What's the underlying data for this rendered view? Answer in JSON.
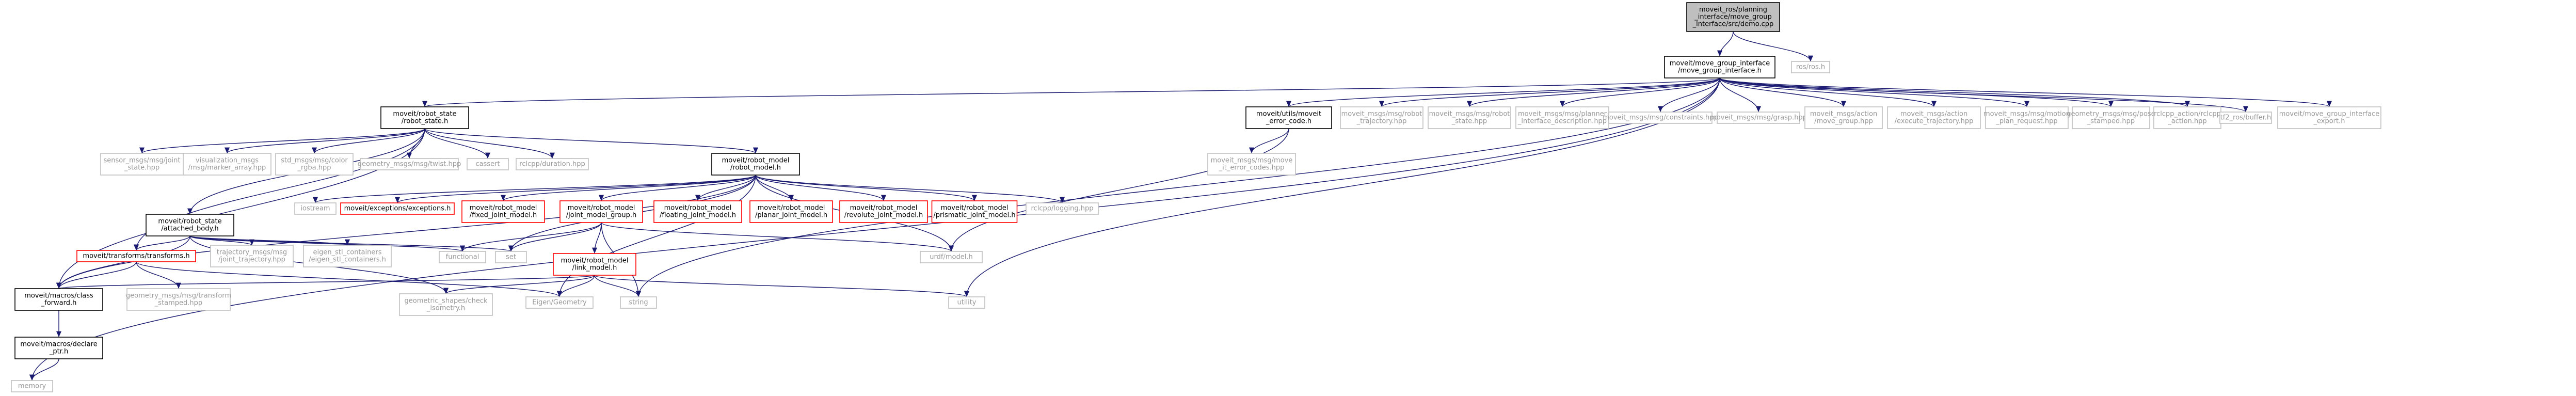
{
  "colors": {
    "edge": "#191970",
    "text": "#000000",
    "text_muted": "#999999",
    "box_default": "#000000",
    "box_missing": "#bfbfbf",
    "box_truncated": "#ff0000",
    "box_root_fill": "#bfbfbf"
  },
  "nodes": [
    {
      "id": "root",
      "lines": [
        "moveit_ros/planning",
        "_interface/move_group",
        "_interface/src/demo.cpp"
      ],
      "kind": "root"
    },
    {
      "id": "mgi",
      "lines": [
        "moveit/move_group_interface",
        "/move_group_interface.h"
      ],
      "kind": "normal"
    },
    {
      "id": "rosros",
      "lines": [
        "ros/ros.h"
      ],
      "kind": "missing"
    },
    {
      "id": "robot_state",
      "lines": [
        "moveit/robot_state",
        "/robot_state.h"
      ],
      "kind": "normal"
    },
    {
      "id": "catch",
      "lines": [
        "moveit/utils/moveit",
        "_error_code.h"
      ],
      "kind": "normal"
    },
    {
      "id": "robot_traj",
      "lines": [
        "moveit_msgs/msg/robot",
        "_trajectory.hpp"
      ],
      "kind": "missing"
    },
    {
      "id": "robot_state_msg",
      "lines": [
        "moveit_msgs/msg/robot",
        "_state.hpp"
      ],
      "kind": "missing"
    },
    {
      "id": "planner_iface",
      "lines": [
        "moveit_msgs/msg/planner",
        "_interface_description.hpp"
      ],
      "kind": "missing"
    },
    {
      "id": "constraints",
      "lines": [
        "moveit_msgs/msg/constraints.hpp"
      ],
      "kind": "missing"
    },
    {
      "id": "grasp",
      "lines": [
        "moveit_msgs/msg/grasp.hpp"
      ],
      "kind": "missing"
    },
    {
      "id": "action_mg",
      "lines": [
        "moveit_msgs/action",
        "/move_group.hpp"
      ],
      "kind": "missing"
    },
    {
      "id": "action_exec",
      "lines": [
        "moveit_msgs/action",
        "/execute_trajectory.hpp"
      ],
      "kind": "missing"
    },
    {
      "id": "motion_plan",
      "lines": [
        "moveit_msgs/msg/motion",
        "_plan_request.hpp"
      ],
      "kind": "missing"
    },
    {
      "id": "pose_stamped",
      "lines": [
        "geometry_msgs/msg/pose",
        "_stamped.hpp"
      ],
      "kind": "missing"
    },
    {
      "id": "rclcpp_action",
      "lines": [
        "rclcpp_action/rclcpp",
        "_action.hpp"
      ],
      "kind": "missing"
    },
    {
      "id": "tf2_buffer",
      "lines": [
        "tf2_ros/buffer.h"
      ],
      "kind": "missing"
    },
    {
      "id": "mgi_export",
      "lines": [
        "moveit/move_group_interface",
        "_export.h"
      ],
      "kind": "missing"
    },
    {
      "id": "sensor_joint",
      "lines": [
        "sensor_msgs/msg/joint",
        "_state.hpp"
      ],
      "kind": "missing"
    },
    {
      "id": "vis_marker",
      "lines": [
        "visualization_msgs",
        "/msg/marker_array.hpp"
      ],
      "kind": "missing"
    },
    {
      "id": "std_color",
      "lines": [
        "std_msgs/msg/color",
        "_rgba.hpp"
      ],
      "kind": "missing"
    },
    {
      "id": "geo_twist",
      "lines": [
        "geometry_msgs/msg/twist.hpp"
      ],
      "kind": "missing"
    },
    {
      "id": "cassert",
      "lines": [
        "cassert"
      ],
      "kind": "missing"
    },
    {
      "id": "rclcpp_duration",
      "lines": [
        "rclcpp/duration.hpp"
      ],
      "kind": "missing"
    },
    {
      "id": "robot_model",
      "lines": [
        "moveit/robot_model",
        "/robot_model.h"
      ],
      "kind": "normal"
    },
    {
      "id": "error_codes",
      "lines": [
        "moveit_msgs/msg/move",
        "_it_error_codes.hpp"
      ],
      "kind": "missing"
    },
    {
      "id": "attached_body",
      "lines": [
        "moveit/robot_state",
        "/attached_body.h"
      ],
      "kind": "normal"
    },
    {
      "id": "iostream",
      "lines": [
        "iostream"
      ],
      "kind": "missing"
    },
    {
      "id": "exceptions",
      "lines": [
        "moveit/exceptions/exceptions.h"
      ],
      "kind": "truncated"
    },
    {
      "id": "fixed_joint",
      "lines": [
        "moveit/robot_model",
        "/fixed_joint_model.h"
      ],
      "kind": "truncated"
    },
    {
      "id": "jmg",
      "lines": [
        "moveit/robot_model",
        "/joint_model_group.h"
      ],
      "kind": "truncated"
    },
    {
      "id": "floating_joint",
      "lines": [
        "moveit/robot_model",
        "/floating_joint_model.h"
      ],
      "kind": "truncated"
    },
    {
      "id": "planar_joint",
      "lines": [
        "moveit/robot_model",
        "/planar_joint_model.h"
      ],
      "kind": "truncated"
    },
    {
      "id": "revolute_joint",
      "lines": [
        "moveit/robot_model",
        "/revolute_joint_model.h"
      ],
      "kind": "truncated"
    },
    {
      "id": "prismatic_joint",
      "lines": [
        "moveit/robot_model",
        "/prismatic_joint_model.h"
      ],
      "kind": "truncated"
    },
    {
      "id": "rclcpp_logging",
      "lines": [
        "rclcpp/logging.hpp"
      ],
      "kind": "missing"
    },
    {
      "id": "transforms",
      "lines": [
        "moveit/transforms/transforms.h"
      ],
      "kind": "truncated"
    },
    {
      "id": "traj_msgs",
      "lines": [
        "trajectory_msgs/msg",
        "/joint_trajectory.hpp"
      ],
      "kind": "missing"
    },
    {
      "id": "eigen_stl",
      "lines": [
        "eigen_stl_containers",
        "/eigen_stl_containers.h"
      ],
      "kind": "missing"
    },
    {
      "id": "functional",
      "lines": [
        "functional"
      ],
      "kind": "missing"
    },
    {
      "id": "set",
      "lines": [
        "set"
      ],
      "kind": "missing"
    },
    {
      "id": "link_model",
      "lines": [
        "moveit/robot_model",
        "/link_model.h"
      ],
      "kind": "truncated"
    },
    {
      "id": "urdf_model",
      "lines": [
        "urdf/model.h"
      ],
      "kind": "missing"
    },
    {
      "id": "class_fwd",
      "lines": [
        "moveit/macros/class",
        "_forward.h"
      ],
      "kind": "normal"
    },
    {
      "id": "geo_transform",
      "lines": [
        "geometry_msgs/msg/transform",
        "_stamped.hpp"
      ],
      "kind": "missing"
    },
    {
      "id": "eigen_geo",
      "lines": [
        "Eigen/Geometry"
      ],
      "kind": "missing"
    },
    {
      "id": "string",
      "lines": [
        "string"
      ],
      "kind": "missing"
    },
    {
      "id": "utility",
      "lines": [
        "utility"
      ],
      "kind": "missing"
    },
    {
      "id": "geo_shapes",
      "lines": [
        "geometric_shapes/check",
        "_isometry.h"
      ],
      "kind": "missing"
    },
    {
      "id": "declare_ptr",
      "lines": [
        "moveit/macros/declare",
        "_ptr.h"
      ],
      "kind": "normal"
    },
    {
      "id": "memory",
      "lines": [
        "memory"
      ],
      "kind": "missing"
    }
  ],
  "edges": [
    [
      "root",
      "mgi"
    ],
    [
      "root",
      "rosros"
    ],
    [
      "mgi",
      "robot_state"
    ],
    [
      "mgi",
      "catch"
    ],
    [
      "mgi",
      "robot_traj"
    ],
    [
      "mgi",
      "robot_state_msg"
    ],
    [
      "mgi",
      "planner_iface"
    ],
    [
      "mgi",
      "constraints"
    ],
    [
      "mgi",
      "grasp"
    ],
    [
      "mgi",
      "action_mg"
    ],
    [
      "mgi",
      "action_exec"
    ],
    [
      "mgi",
      "motion_plan"
    ],
    [
      "mgi",
      "pose_stamped"
    ],
    [
      "mgi",
      "rclcpp_action"
    ],
    [
      "mgi",
      "tf2_buffer"
    ],
    [
      "mgi",
      "mgi_export"
    ],
    [
      "mgi",
      "memory"
    ],
    [
      "mgi",
      "utility"
    ],
    [
      "mgi",
      "string"
    ],
    [
      "catch",
      "error_codes"
    ],
    [
      "catch",
      "urdf_model"
    ],
    [
      "robot_state",
      "robot_model"
    ],
    [
      "robot_state",
      "attached_body"
    ],
    [
      "robot_state",
      "transforms"
    ],
    [
      "robot_state",
      "sensor_joint"
    ],
    [
      "robot_state",
      "vis_marker"
    ],
    [
      "robot_state",
      "std_color"
    ],
    [
      "robot_state",
      "geo_twist"
    ],
    [
      "robot_state",
      "cassert"
    ],
    [
      "robot_state",
      "rclcpp_duration"
    ],
    [
      "robot_state",
      "class_fwd"
    ],
    [
      "robot_model",
      "iostream"
    ],
    [
      "robot_model",
      "exceptions"
    ],
    [
      "robot_model",
      "fixed_joint"
    ],
    [
      "robot_model",
      "jmg"
    ],
    [
      "robot_model",
      "floating_joint"
    ],
    [
      "robot_model",
      "planar_joint"
    ],
    [
      "robot_model",
      "revolute_joint"
    ],
    [
      "robot_model",
      "prismatic_joint"
    ],
    [
      "robot_model",
      "rclcpp_logging"
    ],
    [
      "robot_model",
      "urdf_model"
    ],
    [
      "robot_model",
      "set"
    ],
    [
      "robot_model",
      "eigen_geo"
    ],
    [
      "robot_model",
      "class_fwd"
    ],
    [
      "attached_body",
      "transforms"
    ],
    [
      "attached_body",
      "traj_msgs"
    ],
    [
      "attached_body",
      "eigen_stl"
    ],
    [
      "attached_body",
      "functional"
    ],
    [
      "attached_body",
      "set"
    ],
    [
      "attached_body",
      "geo_shapes"
    ],
    [
      "attached_body",
      "class_fwd"
    ],
    [
      "jmg",
      "link_model"
    ],
    [
      "jmg",
      "functional"
    ],
    [
      "jmg",
      "set"
    ],
    [
      "jmg",
      "string"
    ],
    [
      "jmg",
      "urdf_model"
    ],
    [
      "link_model",
      "geo_shapes"
    ],
    [
      "link_model",
      "eigen_geo"
    ],
    [
      "link_model",
      "string"
    ],
    [
      "link_model",
      "utility"
    ],
    [
      "link_model",
      "class_fwd"
    ],
    [
      "transforms",
      "class_fwd"
    ],
    [
      "transforms",
      "geo_transform"
    ],
    [
      "transforms",
      "eigen_geo"
    ],
    [
      "class_fwd",
      "declare_ptr"
    ],
    [
      "declare_ptr",
      "memory"
    ]
  ]
}
